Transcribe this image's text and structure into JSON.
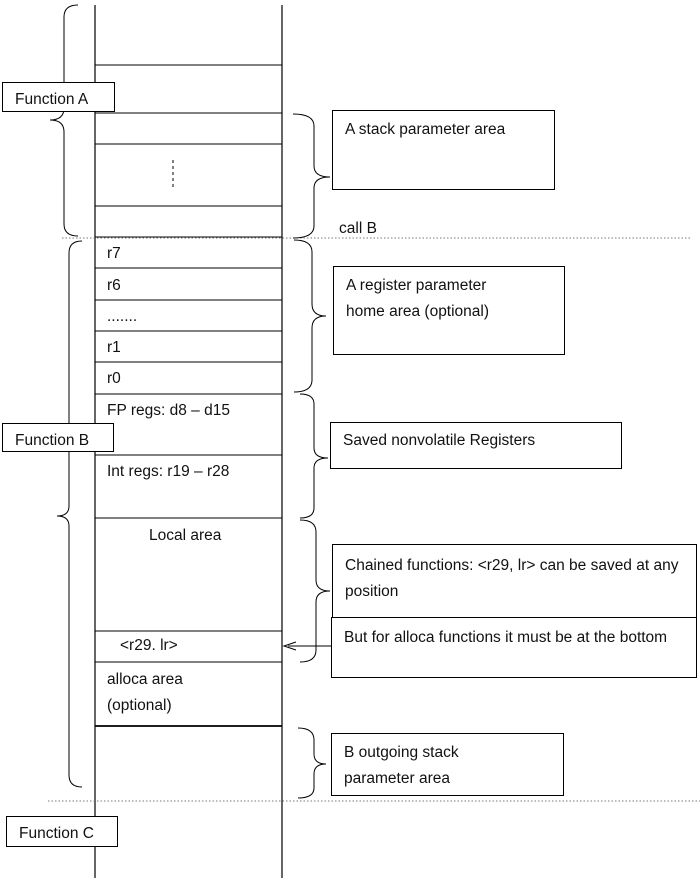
{
  "functions": {
    "a": "Function A",
    "b": "Function B",
    "c": "Function C"
  },
  "stack": {
    "r7": "r7",
    "r6": "r6",
    "ellipsis": ".......",
    "r1": "r1",
    "r0": "r0",
    "fp_regs": "FP regs: d8 – d15",
    "int_regs": "Int regs: r19 – r28",
    "local_area": "Local area",
    "fp_lr": "<r29. lr>",
    "alloca_area": "alloca area\n(optional)"
  },
  "annotations": {
    "stack_param": "A stack parameter  area",
    "call_b": "call B",
    "reg_param_home": "A register parameter\nhome area (optional)",
    "saved_nonvolatile": "Saved nonvolatile  Registers",
    "chained": "Chained functions: <r29, lr> can be saved at any position",
    "alloca_note": "But for alloca functions it must be at the bottom",
    "outgoing": "B outgoing stack\nparameter area"
  }
}
